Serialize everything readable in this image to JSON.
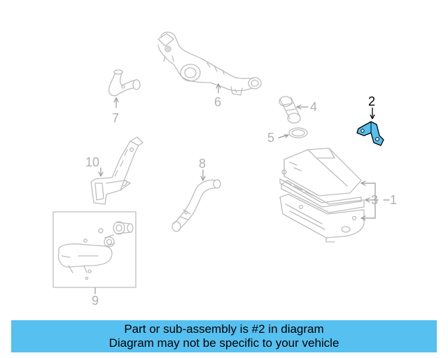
{
  "callouts": {
    "c1": "1",
    "c2": "2",
    "c3": "3",
    "c4": "4",
    "c5": "5",
    "c6": "6",
    "c7": "7",
    "c8": "8",
    "c9": "9",
    "c10": "10"
  },
  "highlight": {
    "part": "2",
    "color": "#56c0f0"
  },
  "caption": {
    "line1": "Part or sub-assembly is #2 in diagram",
    "line2": "Diagram may not be specific to your vehicle"
  }
}
